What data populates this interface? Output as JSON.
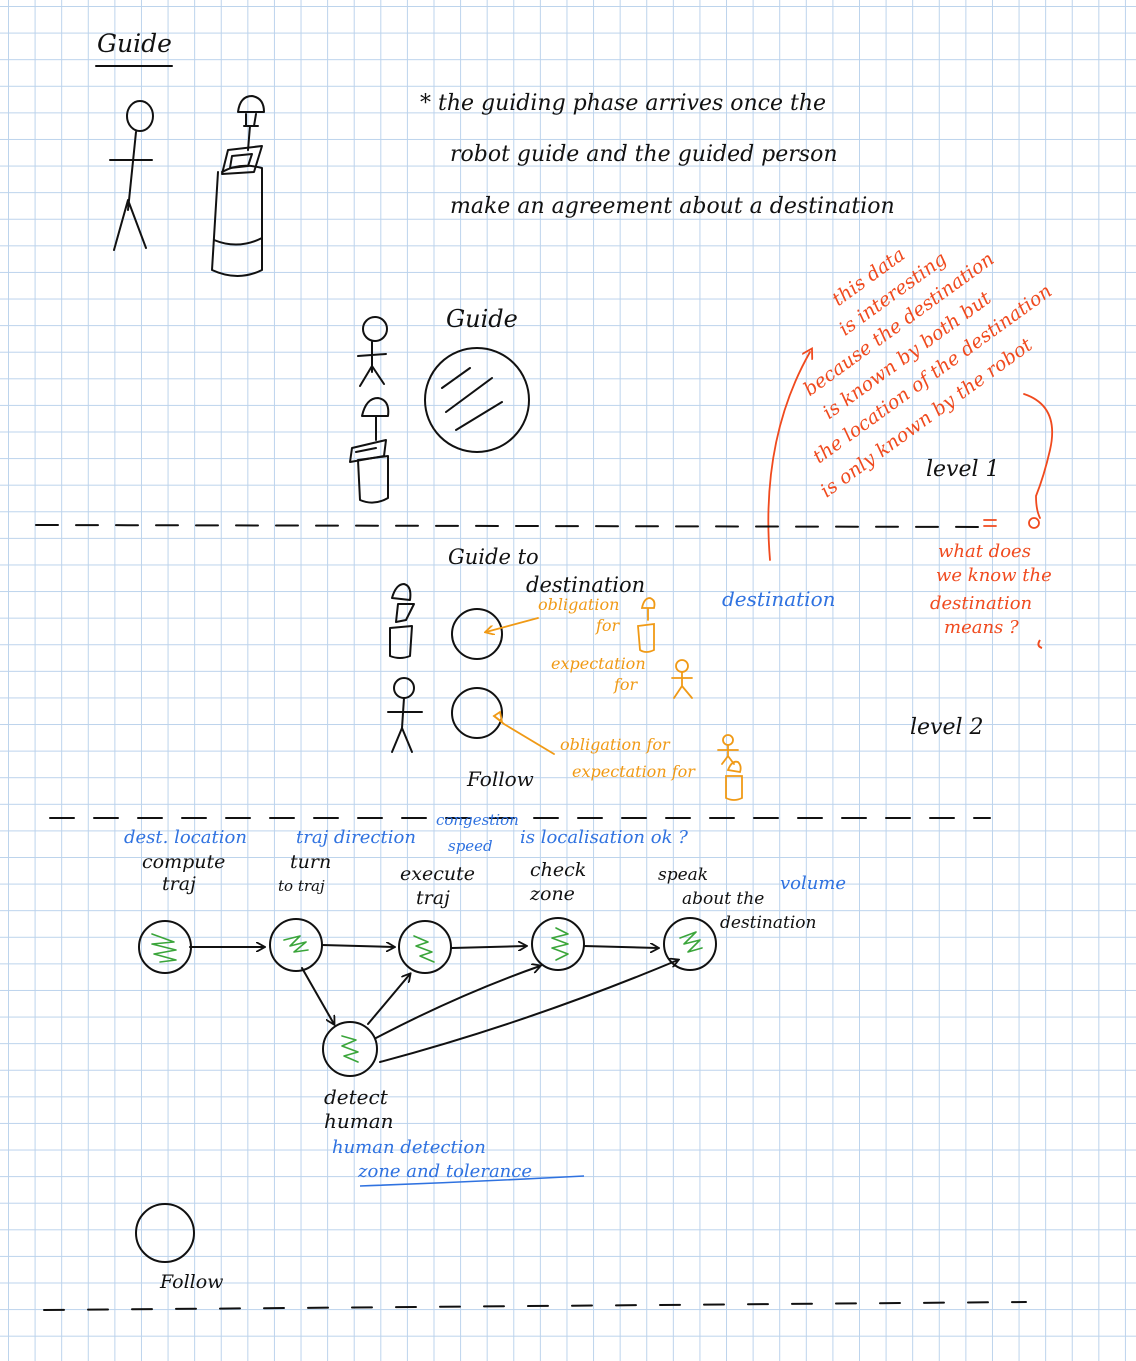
{
  "page_title": "Guide",
  "intro_note": {
    "line1": "* the guiding phase arrives once the",
    "line2": "robot guide and the guided person",
    "line3": "make an agreement about a destination"
  },
  "level1": {
    "node_label": "Guide",
    "level_label": "level 1",
    "red_note": {
      "line1": "this data",
      "line2": "is interesting",
      "line3": "because the destination",
      "line4": "is known by both but",
      "line5": "the location of the destination",
      "line6": "is only known by the robot"
    }
  },
  "level2": {
    "title_line1": "Guide to",
    "title_line2": "destination",
    "destination_label": "destination",
    "obligation_robot_1": "obligation",
    "obligation_robot_2": "for",
    "expectation_human_1": "expectation",
    "expectation_human_2": "for",
    "follow_label": "Follow",
    "obligation_human": "obligation for",
    "expectation_robot": "expectation for",
    "level_label": "level 2",
    "question": {
      "line1": "what does",
      "line2": "we know the",
      "line3": "destination",
      "line4": "means ?"
    }
  },
  "level3": {
    "params": {
      "compute": "dest. location",
      "turn": "traj direction",
      "exec_1": "congestion",
      "exec_2": "speed",
      "check": "is localisation ok ?",
      "speak": "volume",
      "detect_1": "human detection",
      "detect_2": "zone and tolerance"
    },
    "nodes": {
      "compute_1": "compute",
      "compute_2": "traj",
      "turn_1": "turn",
      "turn_2": "to traj",
      "exec_1": "execute",
      "exec_2": "traj",
      "check_1": "check",
      "check_2": "zone",
      "speak_1": "speak",
      "speak_2": "about the",
      "speak_3": "destination",
      "detect_1": "detect",
      "detect_2": "human"
    }
  },
  "bottom": {
    "follow_label": "Follow"
  },
  "colors": {
    "ink": "#111111",
    "grid": "#bcd3ec",
    "blue_notes": "#2f72e0",
    "orange_notes": "#f09a16",
    "red_notes": "#f04a1e",
    "squiggle_green": "#3aa53a"
  }
}
